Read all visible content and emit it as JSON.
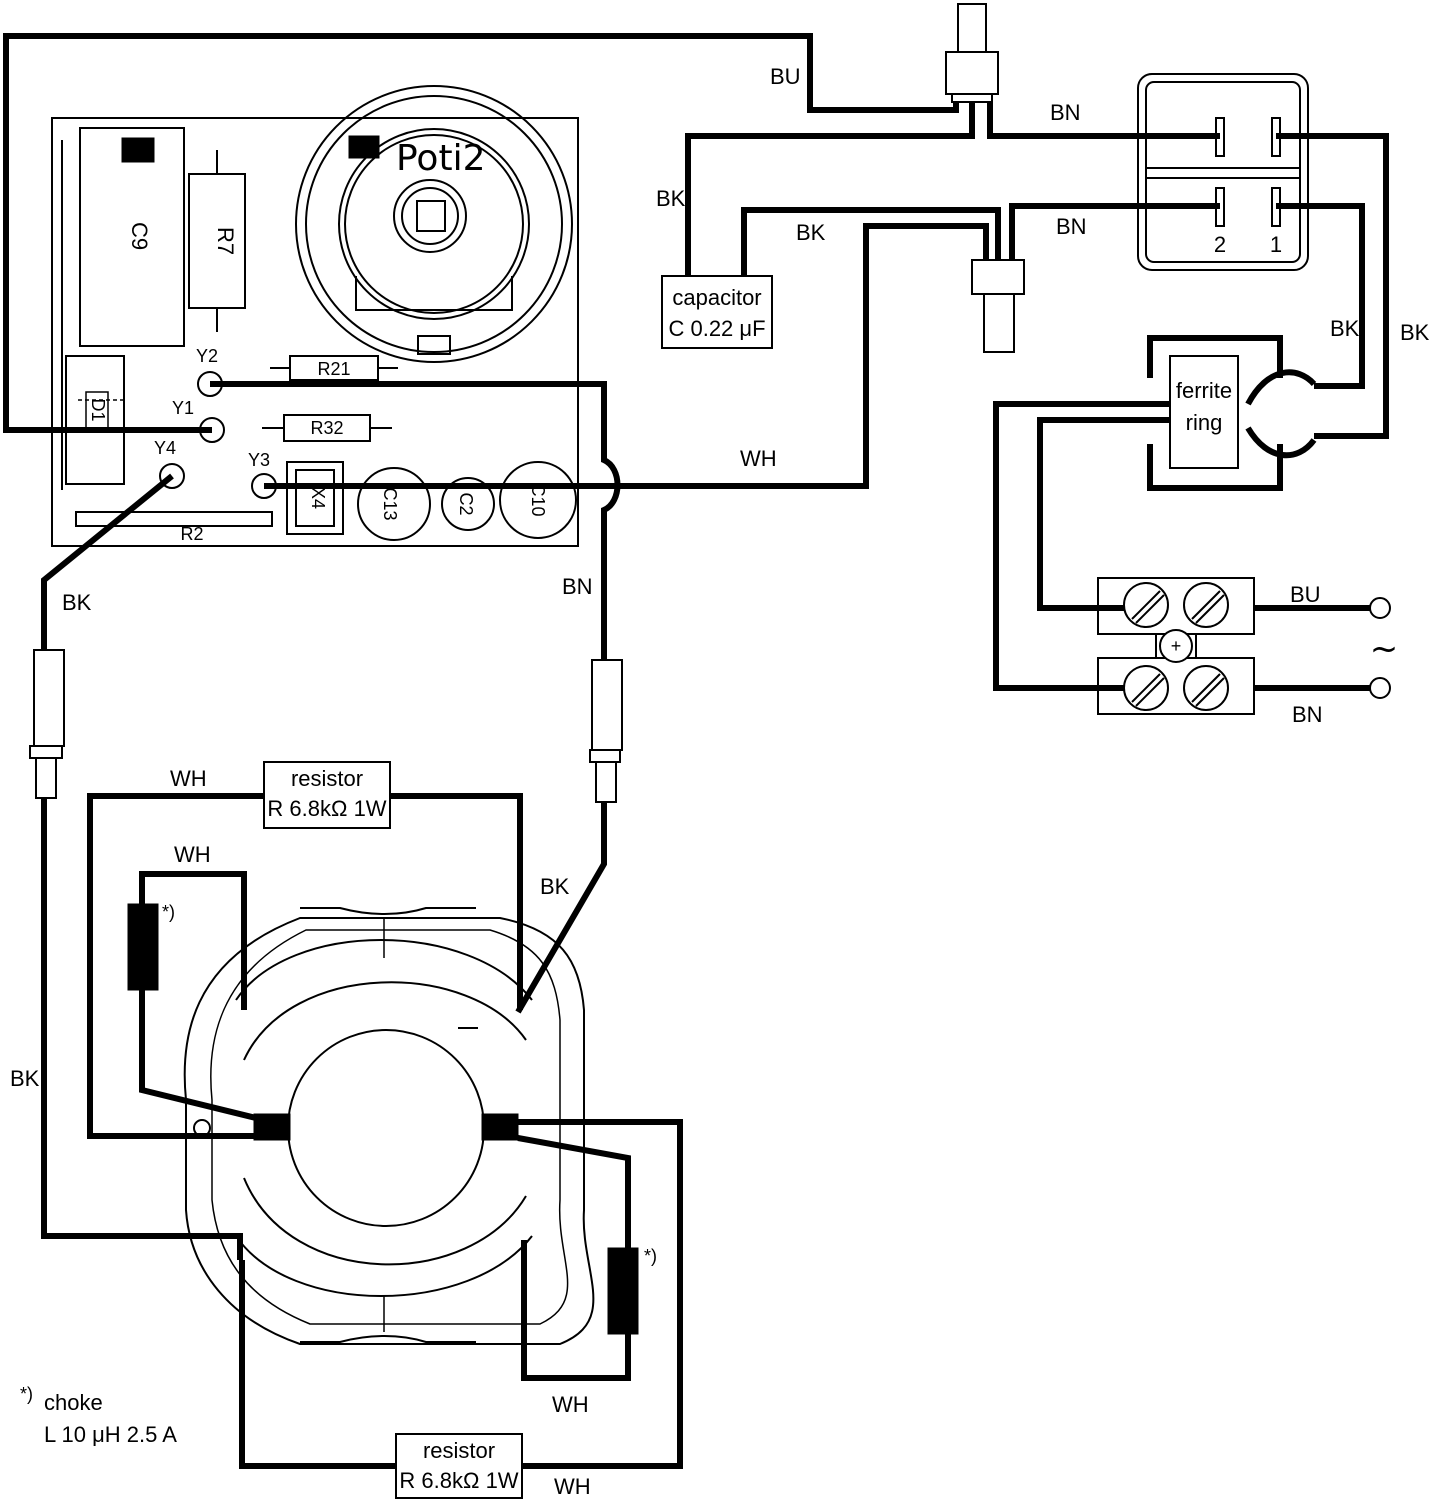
{
  "pcb": {
    "components": {
      "c9": "C9",
      "r7": "R7",
      "poti": "Poti2",
      "r21": "R21",
      "r32": "R32",
      "r2": "R2",
      "d1": "D1",
      "x4": "X4",
      "c13": "C13",
      "c2": "C2",
      "c10": "C10"
    },
    "pins": {
      "y1": "Y1",
      "y2": "Y2",
      "y3": "Y3",
      "y4": "Y4"
    }
  },
  "wire_colors": {
    "bu": "BU",
    "bn": "BN",
    "bk": "BK",
    "wh": "WH"
  },
  "capacitor": {
    "line1": "capacitor",
    "line2": "C 0.22 μF"
  },
  "switch": {
    "pin2": "2",
    "pin1": "1"
  },
  "ferrite": {
    "line1": "ferrite",
    "line2": "ring"
  },
  "resistor_top": {
    "line1": "resistor",
    "line2": "R 6.8kΩ 1W"
  },
  "resistor_bottom": {
    "line1": "resistor",
    "line2": "R 6.8kΩ 1W"
  },
  "choke_mark": "*)",
  "footnote": {
    "mark": "*)",
    "line1": "choke",
    "line2": "L 10 μH 2.5 A"
  },
  "ac_symbol": "~"
}
